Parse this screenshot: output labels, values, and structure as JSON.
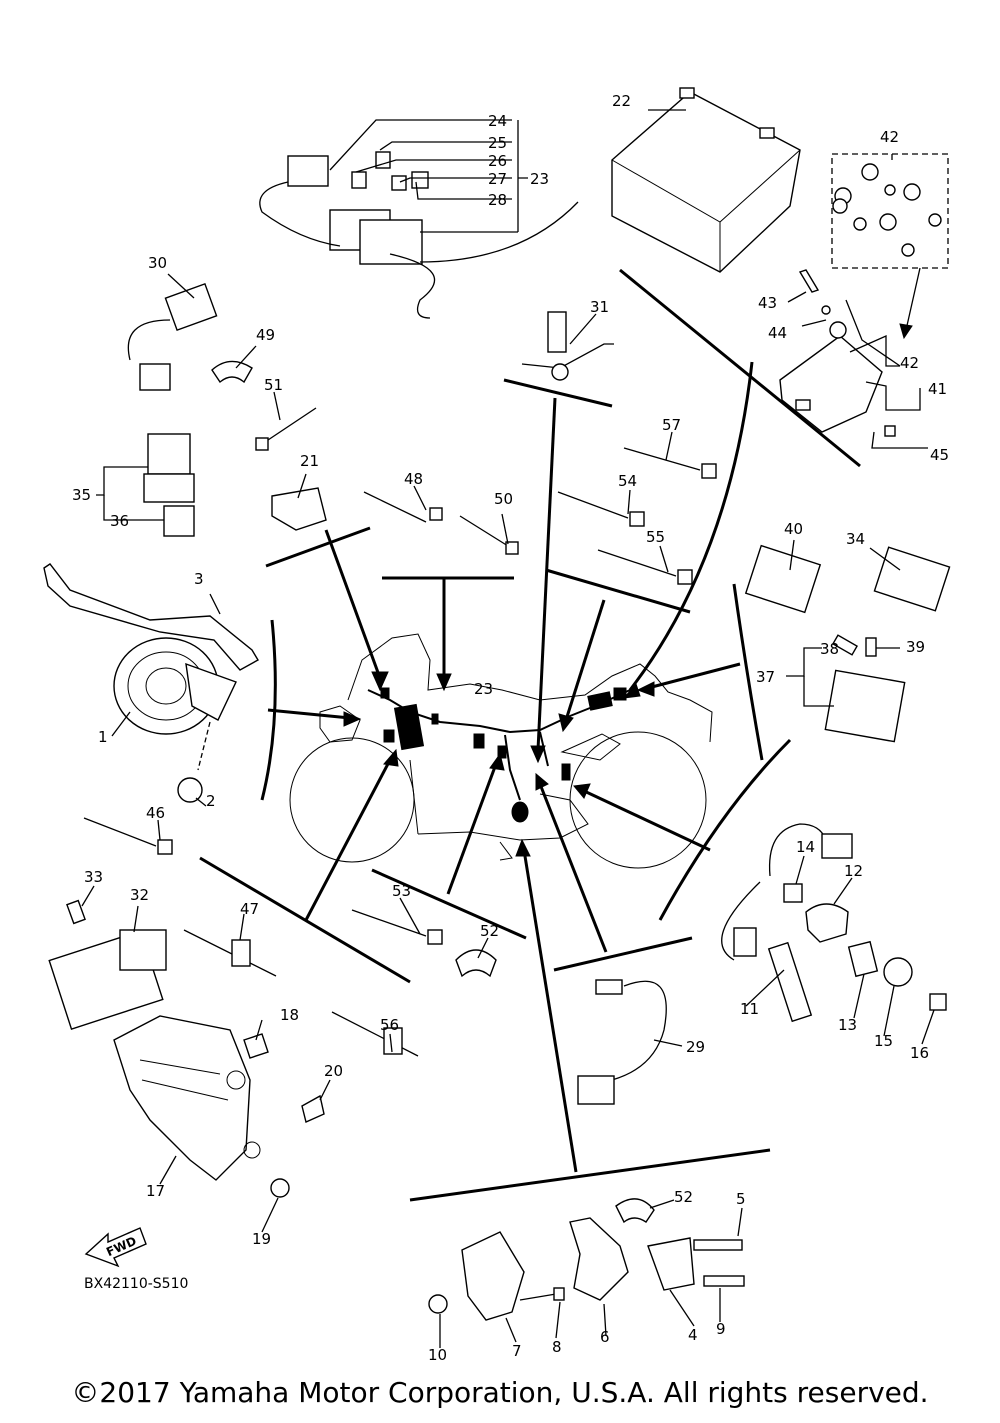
{
  "diagram": {
    "code": "BX42110-S510",
    "fwd_label": "FWD",
    "copyright": "©2017 Yamaha Motor Corporation, U.S.A. All rights reserved.",
    "callouts": [
      "1",
      "2",
      "3",
      "4",
      "5",
      "6",
      "7",
      "8",
      "9",
      "10",
      "11",
      "12",
      "13",
      "14",
      "15",
      "16",
      "17",
      "18",
      "19",
      "20",
      "21",
      "22",
      "23",
      "24",
      "25",
      "26",
      "27",
      "28",
      "29",
      "30",
      "31",
      "32",
      "33",
      "34",
      "35",
      "36",
      "37",
      "38",
      "39",
      "40",
      "41",
      "42",
      "43",
      "44",
      "45",
      "46",
      "47",
      "48",
      "49",
      "50",
      "51",
      "52",
      "53",
      "54",
      "55",
      "56",
      "57"
    ]
  }
}
